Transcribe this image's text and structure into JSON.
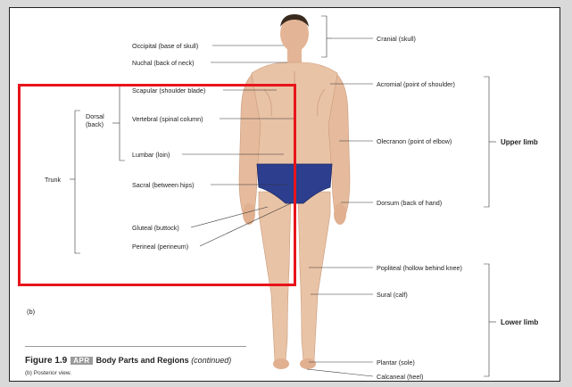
{
  "labels_left": {
    "occipital": "Occipital (base of skull)",
    "nuchal": "Nuchal (back of neck)",
    "scapular": "Scapular (shoulder blade)",
    "vertebral": "Vertebral (spinal column)",
    "lumbar": "Lumbar (loin)",
    "sacral": "Sacral (between hips)",
    "gluteal": "Gluteal (buttock)",
    "perineal": "Perineal (perineum)"
  },
  "labels_right": {
    "cranial": "Cranial (skull)",
    "acromial": "Acromial (point of shoulder)",
    "olecranon": "Olecranon (point of elbow)",
    "dorsum": "Dorsum (back of hand)",
    "popliteal": "Popliteal (hollow behind knee)",
    "sural": "Sural (calf)",
    "plantar": "Plantar (sole)",
    "calcaneal": "Calcaneal (heel)"
  },
  "groups": {
    "dorsal": "Dorsal (back)",
    "trunk": "Trunk",
    "upper_limb": "Upper limb",
    "lower_limb": "Lower limb"
  },
  "panel_label": "(b)",
  "caption": {
    "figure_number": "Figure 1.9",
    "badge": "APR",
    "title": "Body Parts and Regions",
    "continued": "(continued)",
    "subtitle": "(b) Posterior view."
  },
  "colors": {
    "highlight": "#e8141b",
    "skin": "#e9c3a6",
    "briefs": "#2d3e8f",
    "hair": "#3a2a1e"
  }
}
